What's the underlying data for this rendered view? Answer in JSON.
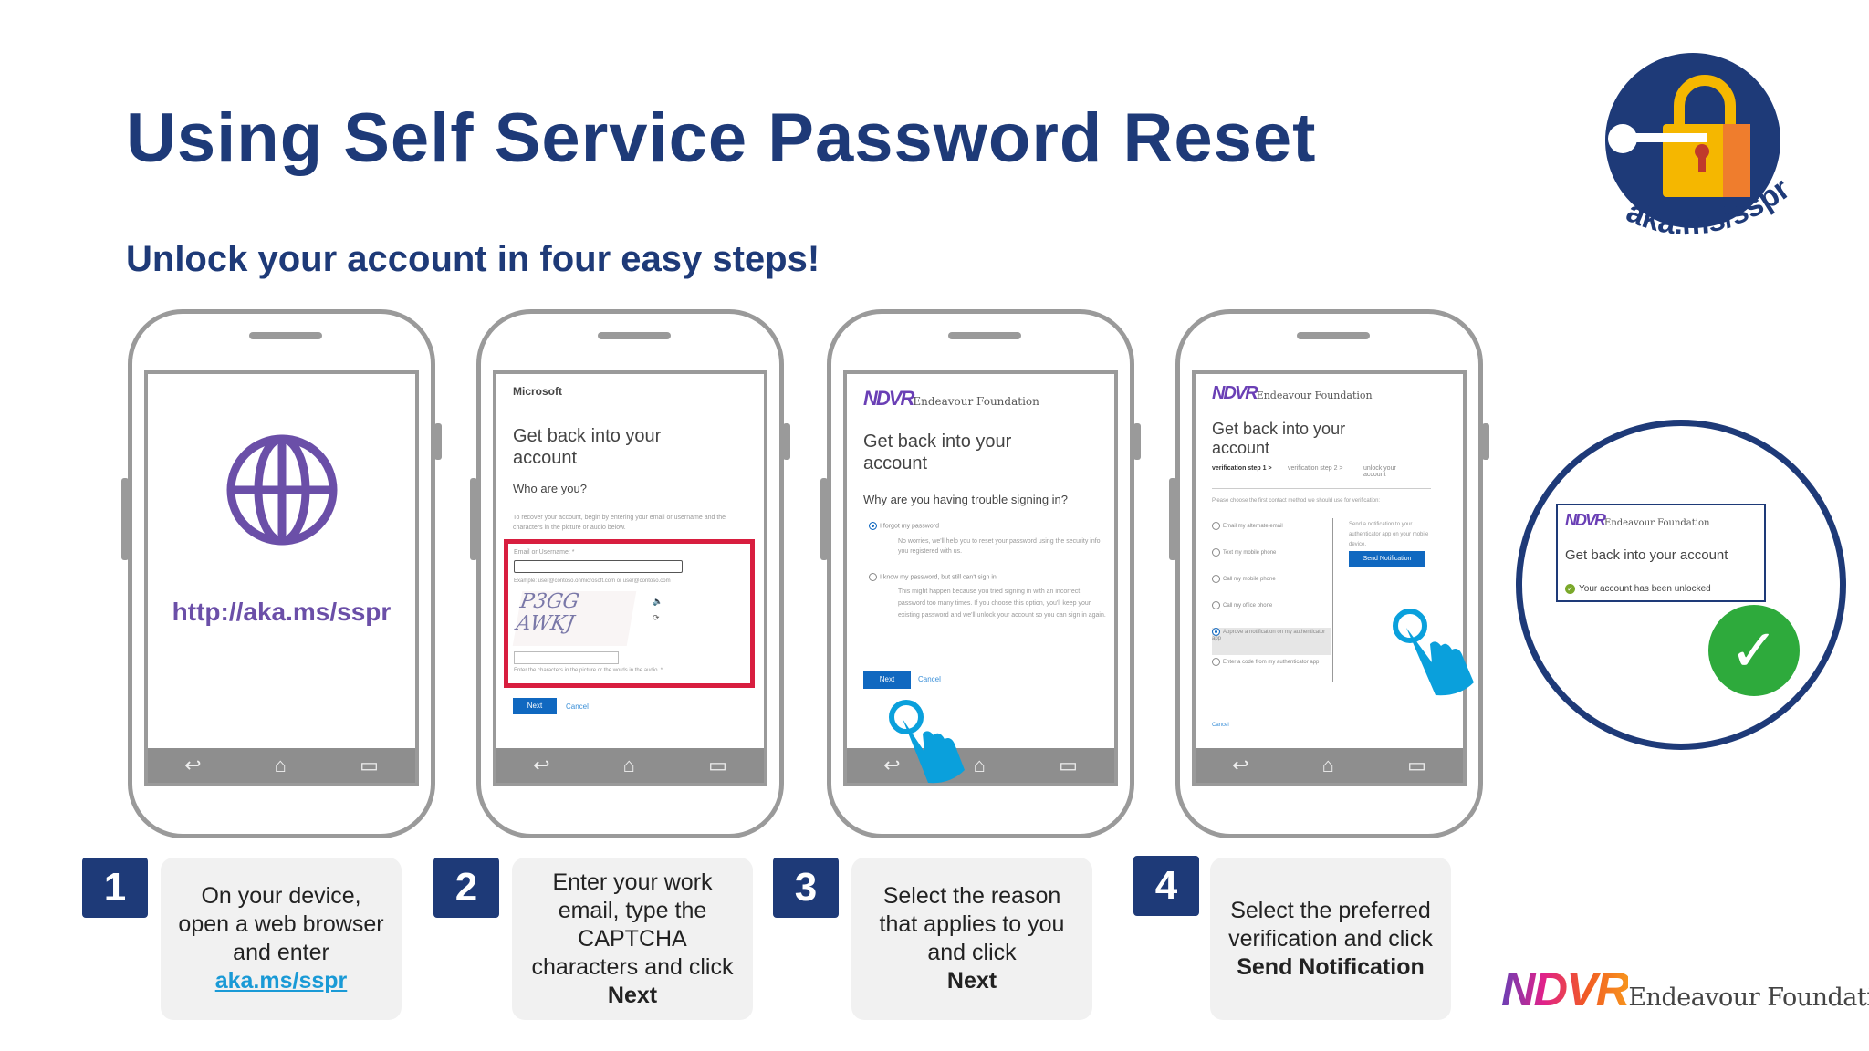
{
  "title": "Using Self Service Password Reset",
  "subtitle": "Unlock your account in four easy steps!",
  "badge": {
    "text": "aka.ms/sspr",
    "icon": "padlock-key-icon"
  },
  "brand": {
    "mark": "NDVR",
    "name": "Endeavour Foundation",
    "colors": {
      "n": "#6a3fb5",
      "d": "#e0218a",
      "v": "#f15a24",
      "r": "#f7941d"
    }
  },
  "colors": {
    "navy": "#1e3a78",
    "purple": "#6b4fa8",
    "blue_button": "#1068c0",
    "red_highlight": "#d81e3f",
    "hand": "#0aa0dc",
    "green": "#2eaa3c"
  },
  "phone1": {
    "url": "http://aka.ms/sspr"
  },
  "phone2": {
    "brand": "Microsoft",
    "heading": "Get back into your account",
    "subheading": "Who are you?",
    "intro": "To recover your account, begin by entering your email or username and the characters in the picture or audio below.",
    "email_label": "Email or Username: *",
    "email_value": "",
    "example": "Example: user@contoso.onmicrosoft.com or user@contoso.com",
    "captcha": "P3GG AWKJ",
    "captcha_label": "Enter the characters in the picture or the words in the audio. *",
    "next": "Next",
    "cancel": "Cancel"
  },
  "phone3": {
    "heading": "Get back into your account",
    "question": "Why are you having trouble signing in?",
    "option1": "I forgot my password",
    "option1_desc": "No worries, we'll help you to reset your password using the security info you registered with us.",
    "option2": "I know my password, but still can't sign in",
    "option2_desc": "This might happen because you tried signing in with an incorrect password too many times. If you choose this option, you'll keep your existing password and we'll unlock your account so you can sign in again.",
    "next": "Next",
    "cancel": "Cancel"
  },
  "phone4": {
    "heading": "Get back into your account",
    "steps": [
      "verification step 1 >",
      "verification step 2 >",
      "unlock your account"
    ],
    "prompt": "Please choose the first contact method we should use for verification:",
    "options": [
      "Email my alternate email",
      "Text my mobile phone",
      "Call my mobile phone",
      "Call my office phone",
      "Approve a notification on my authenticator app",
      "Enter a code from my authenticator app"
    ],
    "selected": 4,
    "side_text": "Send a notification to your authenticator app on your mobile device.",
    "send": "Send Notification",
    "cancel": "Cancel"
  },
  "result": {
    "heading": "Get back into your account",
    "message": "Your account has been unlocked"
  },
  "steps": [
    {
      "num": "1",
      "pre": "On your device, open a web browser and enter",
      "link": "aka.ms/sspr"
    },
    {
      "num": "2",
      "pre": "Enter your work email, type the CAPTCHA characters and click",
      "bold": "Next"
    },
    {
      "num": "3",
      "pre": "Select the reason that applies to you and click",
      "bold": "Next"
    },
    {
      "num": "4",
      "pre": "Select the preferred verification and click",
      "bold": "Send Notification"
    }
  ]
}
